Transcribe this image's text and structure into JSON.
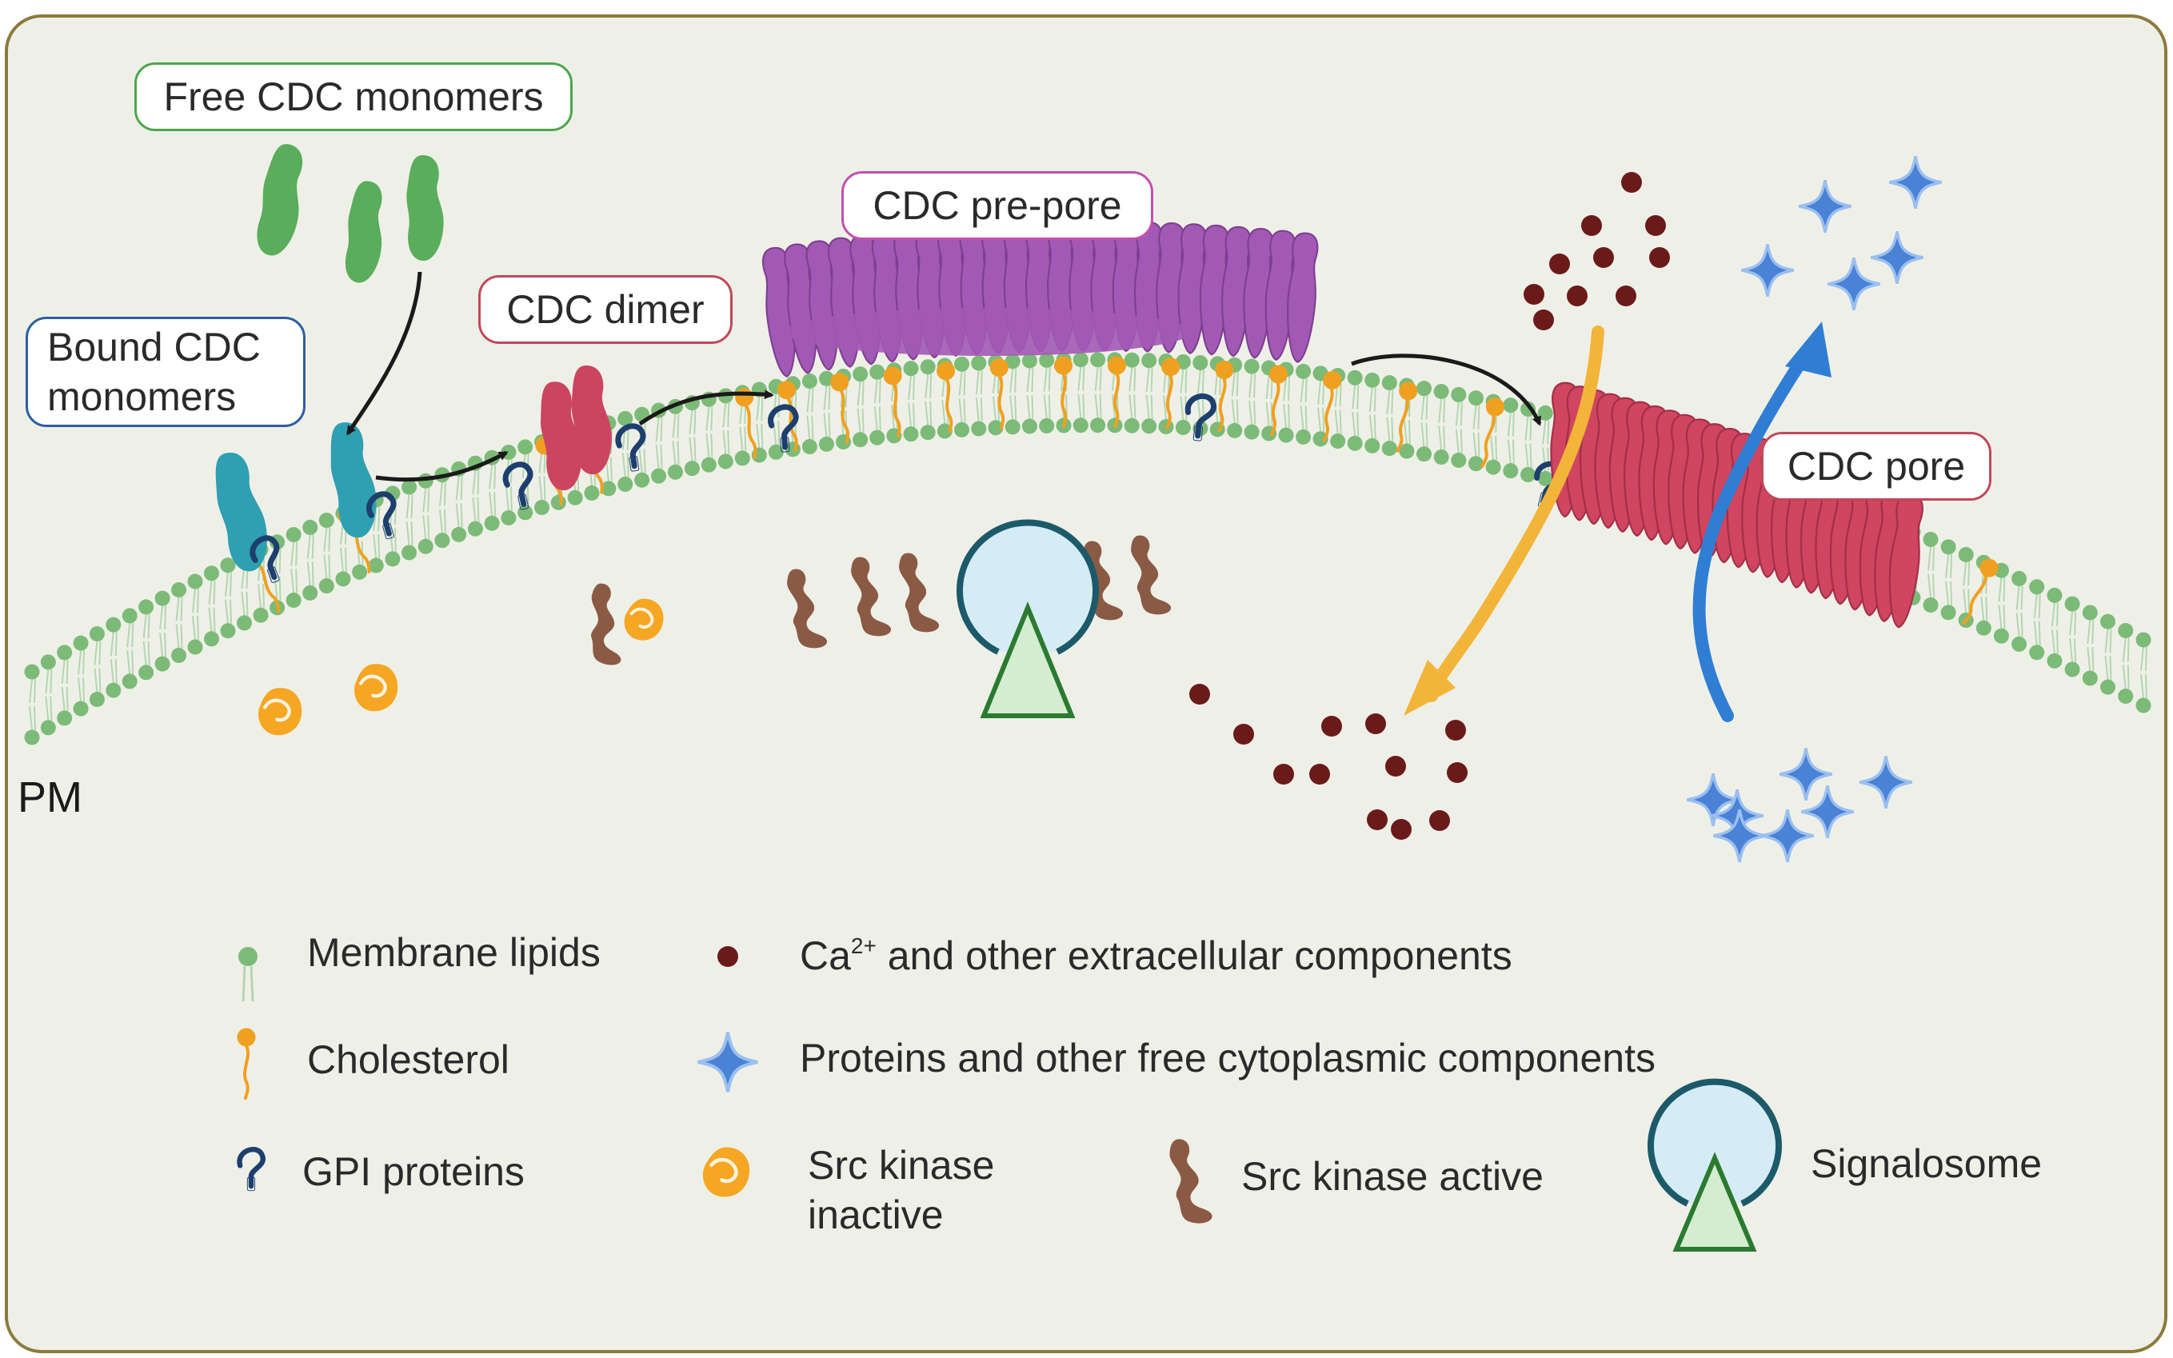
{
  "labels": {
    "free_monomers": "Free CDC monomers",
    "bound_monomers_line1": "Bound CDC",
    "bound_monomers_line2": "monomers",
    "dimer": "CDC dimer",
    "prepore": "CDC pre-pore",
    "pore": "CDC pore",
    "pm": "PM"
  },
  "legend": {
    "lipids": "Membrane lipids",
    "cholesterol": "Cholesterol",
    "gpi": "GPI proteins",
    "calcium_prefix": "Ca",
    "calcium_sup": "2+",
    "calcium_rest": " and other extracellular components",
    "proteins": "Proteins and other free cytoplasmic components",
    "src_inactive_line1": "Src kinase",
    "src_inactive_line2": "inactive",
    "src_active": "Src kinase active",
    "signalosome": "Signalosome"
  },
  "colors": {
    "panel_bg": "#eef0e8",
    "panel_border": "#8c7a3c",
    "lipid_head": "#7cba78",
    "lipid_tail": "#b4d6b0",
    "cholesterol": "#f0a020",
    "gpi": "#1d3f6e",
    "monomer_free": "#5aad5a",
    "monomer_bound": "#2f9fb2",
    "dimer": "#cc4560",
    "prepore": "#a259b5",
    "pore": "#d0455f",
    "src_inactive": "#f5a623",
    "src_active": "#8a5a44",
    "calcium": "#6b1a1a",
    "star": "#4a82d6",
    "arrow_efflux": "#2f7ed4",
    "arrow_influx": "#f3b43a",
    "signalosome_fill": "#d6ecf4",
    "signalosome_ring": "#1c5a6a",
    "signalosome_triangle": "#d4ecd0",
    "label_free": "#4ca64c",
    "label_bound": "#2c5ea0",
    "label_dimer": "#c0485a",
    "label_prepore": "#c24fb0",
    "label_pore": "#c0485a"
  }
}
